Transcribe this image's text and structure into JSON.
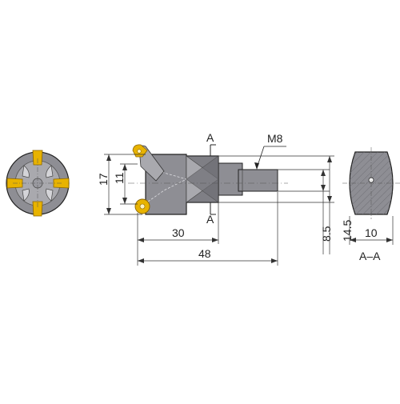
{
  "colors": {
    "body": "#8e8e94",
    "body_dark": "#6e6e74",
    "body_light": "#a9a9ae",
    "insert": "#e8b300",
    "insert_dark": "#b78600",
    "line": "#222222",
    "dim": "#333333",
    "background": "#ffffff"
  },
  "section_marks": {
    "top": "A",
    "bottom": "A"
  },
  "thread_label": "M8",
  "dims": {
    "dia_outer": "17",
    "dia_inner": "11",
    "len_head": "30",
    "len_total": "48",
    "shank_a": "8.5",
    "shank_b": "14.5",
    "flat_width": "10"
  },
  "section_label": "A–A"
}
